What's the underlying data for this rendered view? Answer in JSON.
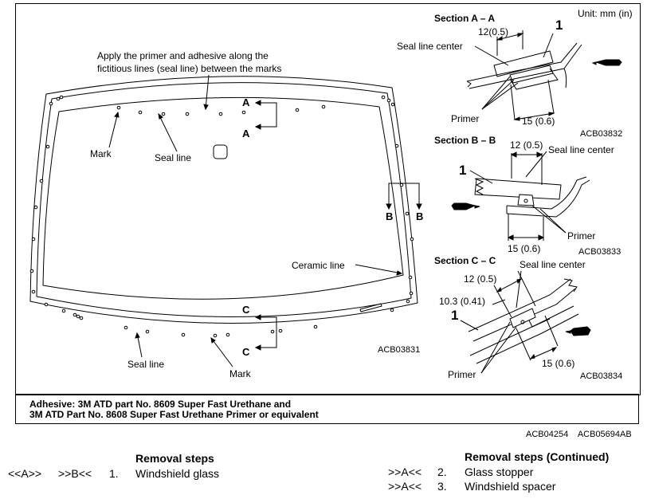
{
  "unit": "Unit: mm (in)",
  "main_diagram": {
    "instruction_line1": "Apply the primer and adhesive along the",
    "instruction_line2": "fictitious lines (seal line) between the marks",
    "label_mark_top": "Mark",
    "label_seal_line_top": "Seal line",
    "label_ceramic_line": "Ceramic line",
    "label_seal_line_bottom": "Seal line",
    "label_mark_bottom": "Mark",
    "section_a": "A",
    "section_b": "B",
    "section_c": "C",
    "code": "ACB03831"
  },
  "section_aa": {
    "title": "Section A – A",
    "dim_top": "12(0.5)",
    "seal_line_center": "Seal line center",
    "part_number": "1",
    "primer": "Primer",
    "dim_bottom": "15 (0.6)",
    "code": "ACB03832"
  },
  "section_bb": {
    "title": "Section B – B",
    "dim_top": "12 (0.5)",
    "seal_line_center": "Seal line center",
    "part_number": "1",
    "primer": "Primer",
    "dim_bottom": "15 (0.6)",
    "code": "ACB03833"
  },
  "section_cc": {
    "title": "Section C – C",
    "seal_line_center": "Seal line center",
    "dim_top": "12 (0.5)",
    "dim_mid": "10.3 (0.41)",
    "part_number": "1",
    "primer": "Primer",
    "dim_bottom": "15 (0.6)",
    "code": "ACB03834"
  },
  "adhesive_line1": "Adhesive: 3M ATD part No. 8609 Super Fast Urethane and",
  "adhesive_line2": "3M ATD Part No. 8608 Super Fast Urethane Primer or equivalent",
  "figure_codes": "ACB04254    ACB05694AB",
  "removal_left": {
    "heading": "Removal steps",
    "tag1": "<<A>>",
    "tag2": ">>B<<",
    "step_no": "1.",
    "step": "Windshield glass"
  },
  "removal_right": {
    "heading": "Removal steps (Continued)",
    "items": [
      {
        "tag": ">>A<<",
        "no": "2.",
        "label": "Glass stopper"
      },
      {
        "tag": ">>A<<",
        "no": "3.",
        "label": "Windshield spacer"
      }
    ]
  }
}
